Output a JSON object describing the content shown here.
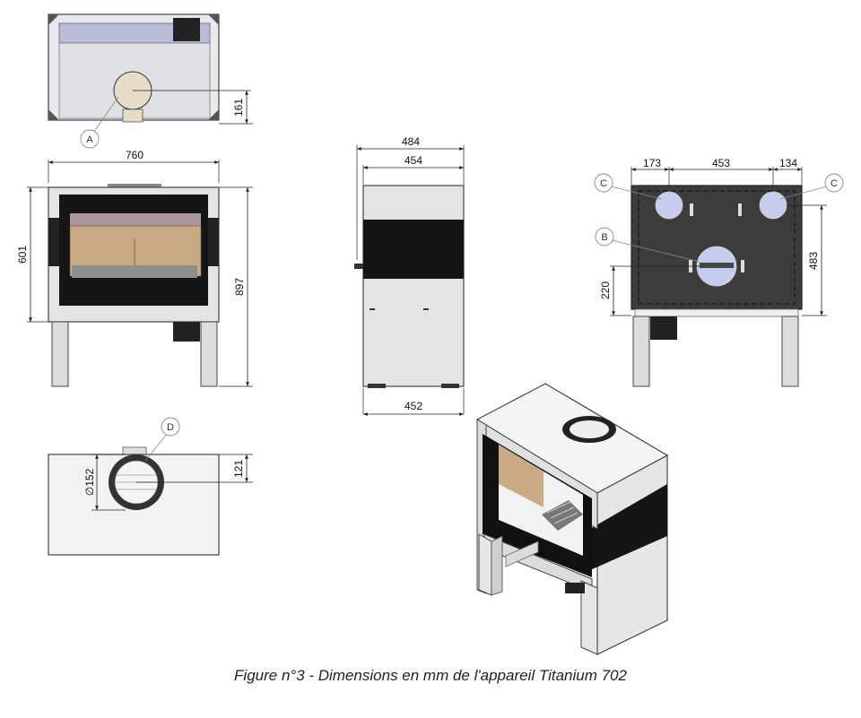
{
  "dimensions": {
    "top_width_offset": "161",
    "front_width": "760",
    "front_door_height": "601",
    "front_total_height": "897",
    "side_outer_width": "484",
    "side_inner_width": "454",
    "side_base_width": "452",
    "back_left": "173",
    "back_center": "453",
    "back_right": "134",
    "back_height_low": "220",
    "back_height_high": "483",
    "bottom_depth": "121",
    "flue_diameter": "∅152"
  },
  "callouts": {
    "a": "A",
    "b": "B",
    "c_left": "C",
    "c_right": "C",
    "d": "D"
  },
  "caption": "Figure n°3 - Dimensions en mm de l'appareil Titanium 702"
}
